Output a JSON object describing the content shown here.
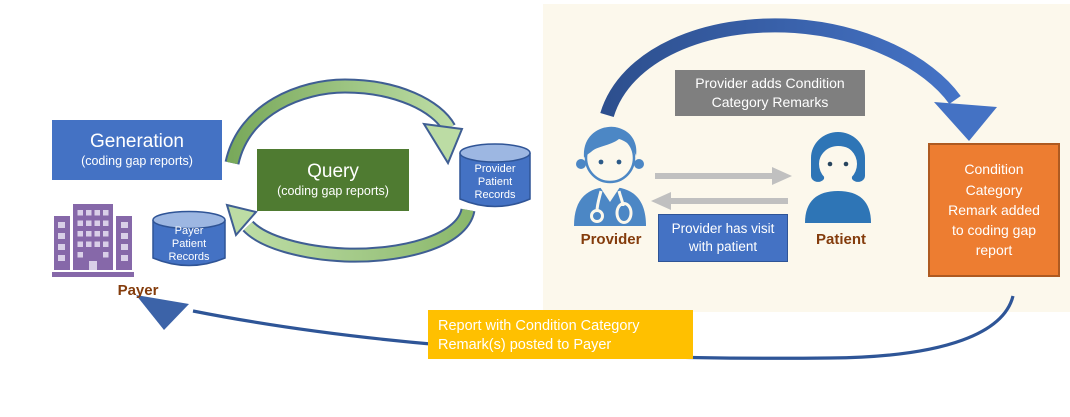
{
  "diagram": {
    "generation": {
      "title": "Generation",
      "subtitle": "(coding gap reports)"
    },
    "query": {
      "title": "Query",
      "subtitle": "(coding gap reports)"
    },
    "payer_records": {
      "label": "Payer\nPatient\nRecords"
    },
    "provider_records": {
      "label": "Provider\nPatient\nRecords"
    },
    "payer": {
      "label": "Payer"
    },
    "provider": {
      "label": "Provider"
    },
    "patient": {
      "label": "Patient"
    },
    "notes": {
      "provider_adds": "Provider adds Condition\nCategory Remarks",
      "visit": "Provider has visit\nwith patient",
      "remark_added": "Condition\nCategory\nRemark added\nto coding gap\nreport",
      "report_posted": "Report with Condition Category\nRemark(s) posted to Payer"
    },
    "icons": {
      "payer": "building-icon",
      "provider": "doctor-icon",
      "patient": "woman-icon"
    },
    "colors": {
      "panel_background": "#FCF8EC",
      "primary_blue": "#4472C4",
      "dark_blue": "#2F5496",
      "query_green": "#4F7B31",
      "green_arrow_light": "#BCDCA4",
      "green_arrow_dark": "#79A95B",
      "orange_box": "#ED7D31",
      "orange_border": "#AE5A21",
      "yellow_box": "#FFC000",
      "gray_note": "#7F7F7F",
      "gray_arrow": "#C0C0C0",
      "label_brown": "#843C0C",
      "building_purple": "#8668A9",
      "flow_blue": "#2E5597"
    }
  }
}
